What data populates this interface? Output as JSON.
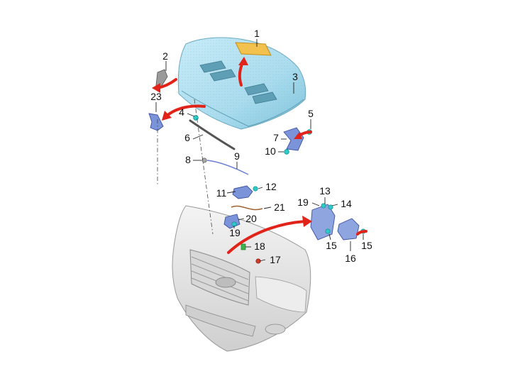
{
  "diagram": {
    "parts": [
      {
        "number": "1"
      },
      {
        "number": "2"
      },
      {
        "number": "3"
      },
      {
        "number": "4"
      },
      {
        "number": "5"
      },
      {
        "number": "6"
      },
      {
        "number": "7"
      },
      {
        "number": "8"
      },
      {
        "number": "9"
      },
      {
        "number": "10"
      },
      {
        "number": "11"
      },
      {
        "number": "12"
      },
      {
        "number": "13"
      },
      {
        "number": "14"
      },
      {
        "number": "15"
      },
      {
        "number": "15"
      },
      {
        "number": "16"
      },
      {
        "number": "17"
      },
      {
        "number": "18"
      },
      {
        "number": "19"
      },
      {
        "number": "19"
      },
      {
        "number": "20"
      },
      {
        "number": "21"
      },
      {
        "number": "23"
      }
    ],
    "colors": {
      "hood": "#a9dcee",
      "bumper": "#e6e6e6",
      "highlight_part": "#7b93d8",
      "insulator": "#f2c14e",
      "fastener_cyan": "#2ec9c9",
      "fastener_green": "#3cb44b",
      "fastener_red": "#d23a2a",
      "arrow": "#e2231a"
    }
  }
}
